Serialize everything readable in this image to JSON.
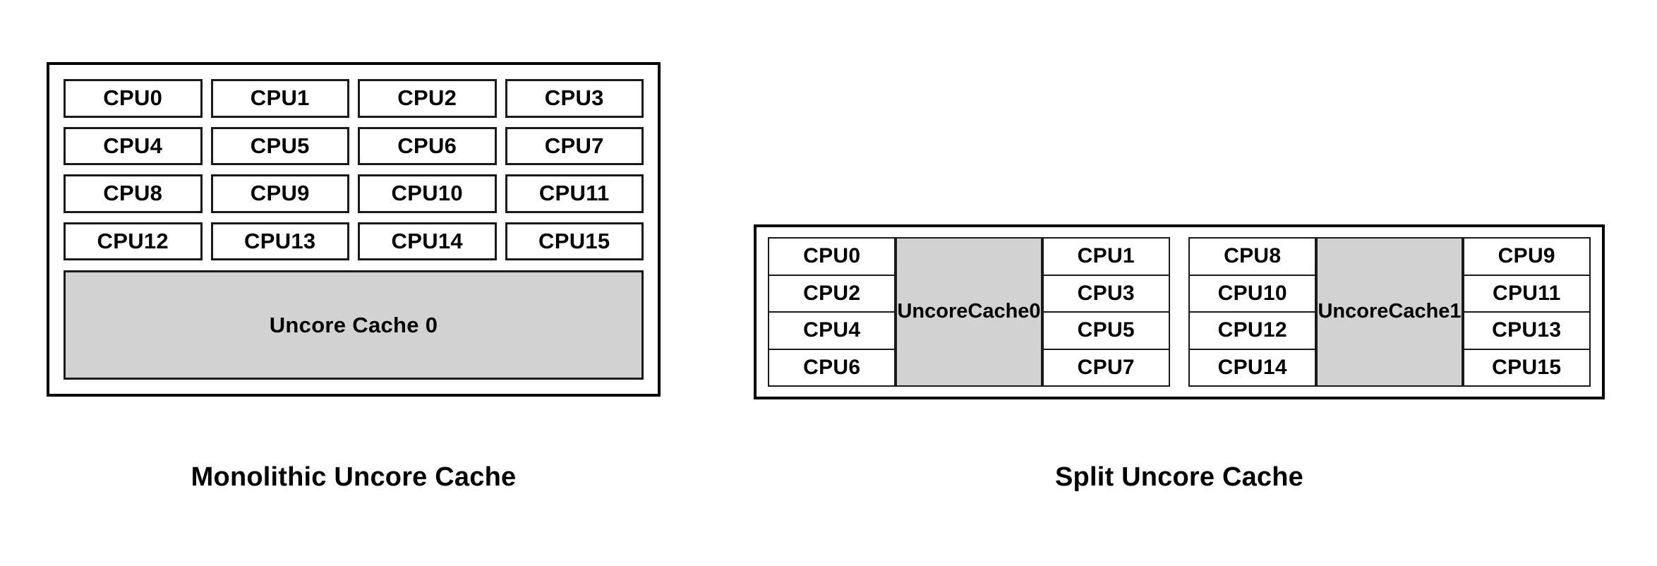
{
  "figures": [
    {
      "id": "monolithic",
      "caption": "Monolithic Uncore Cache",
      "cpus": [
        "CPU0",
        "CPU1",
        "CPU2",
        "CPU3",
        "CPU4",
        "CPU5",
        "CPU6",
        "CPU7",
        "CPU8",
        "CPU9",
        "CPU10",
        "CPU11",
        "CPU12",
        "CPU13",
        "CPU14",
        "CPU15"
      ],
      "cache_label": "Uncore Cache 0"
    },
    {
      "id": "split",
      "caption": "Split Uncore Cache",
      "clusters": [
        {
          "left_cpus": [
            "CPU0",
            "CPU2",
            "CPU4",
            "CPU6"
          ],
          "cache_label": "Uncore\nCache\n0",
          "cache_label_lines": [
            "Uncore",
            "Cache",
            "0"
          ],
          "right_cpus": [
            "CPU1",
            "CPU3",
            "CPU5",
            "CPU7"
          ]
        },
        {
          "left_cpus": [
            "CPU8",
            "CPU10",
            "CPU12",
            "CPU14"
          ],
          "cache_label": "Uncore\nCache\n1",
          "cache_label_lines": [
            "Uncore",
            "Cache",
            "1"
          ],
          "right_cpus": [
            "CPU9",
            "CPU11",
            "CPU13",
            "CPU15"
          ]
        }
      ]
    }
  ],
  "colors": {
    "background": "#ffffff",
    "cache_fill": "#d2d2d2",
    "box_stroke": "#000000",
    "text": "#000000"
  }
}
